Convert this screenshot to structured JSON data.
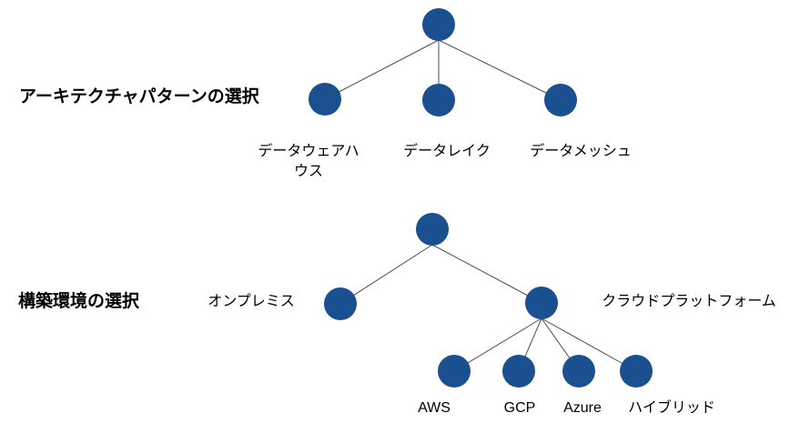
{
  "colors": {
    "node": "#1a4f90",
    "edge": "#4d4d4d",
    "text": "#000000",
    "background": "#ffffff"
  },
  "trees": [
    {
      "name": "architecture-pattern-selection",
      "title": "アーキテクチャパターンの選択",
      "root": {
        "children": [
          {
            "label": "データウェアハウス"
          },
          {
            "label": "データレイク"
          },
          {
            "label": "データメッシュ"
          }
        ]
      }
    },
    {
      "name": "build-environment-selection",
      "title": "構築環境の選択",
      "root": {
        "children": [
          {
            "label": "オンプレミス"
          },
          {
            "label": "クラウドプラットフォーム",
            "children": [
              {
                "label": "AWS"
              },
              {
                "label": "GCP"
              },
              {
                "label": "Azure"
              },
              {
                "label": "ハイブリッド"
              }
            ]
          }
        ]
      }
    }
  ]
}
